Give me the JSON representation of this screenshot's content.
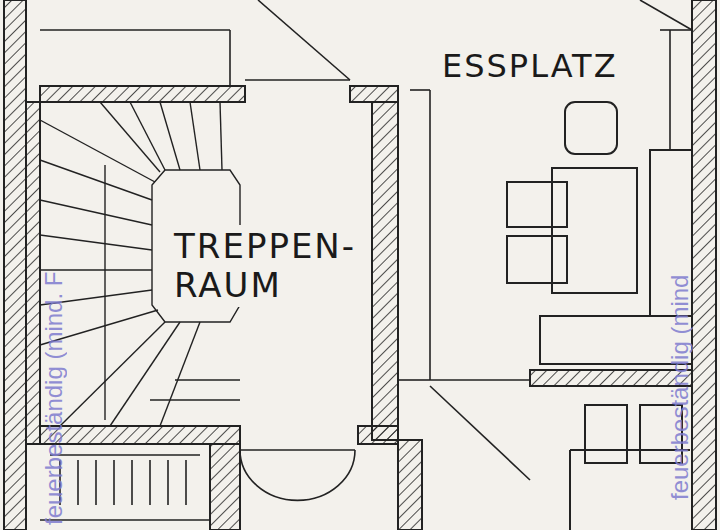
{
  "diagram": {
    "labels": [
      "ESSPLATZ",
      "TREPPEN- RAUM",
      "feuerbeständig (mind. F",
      "feuerbeständig (mind"
    ]
  }
}
